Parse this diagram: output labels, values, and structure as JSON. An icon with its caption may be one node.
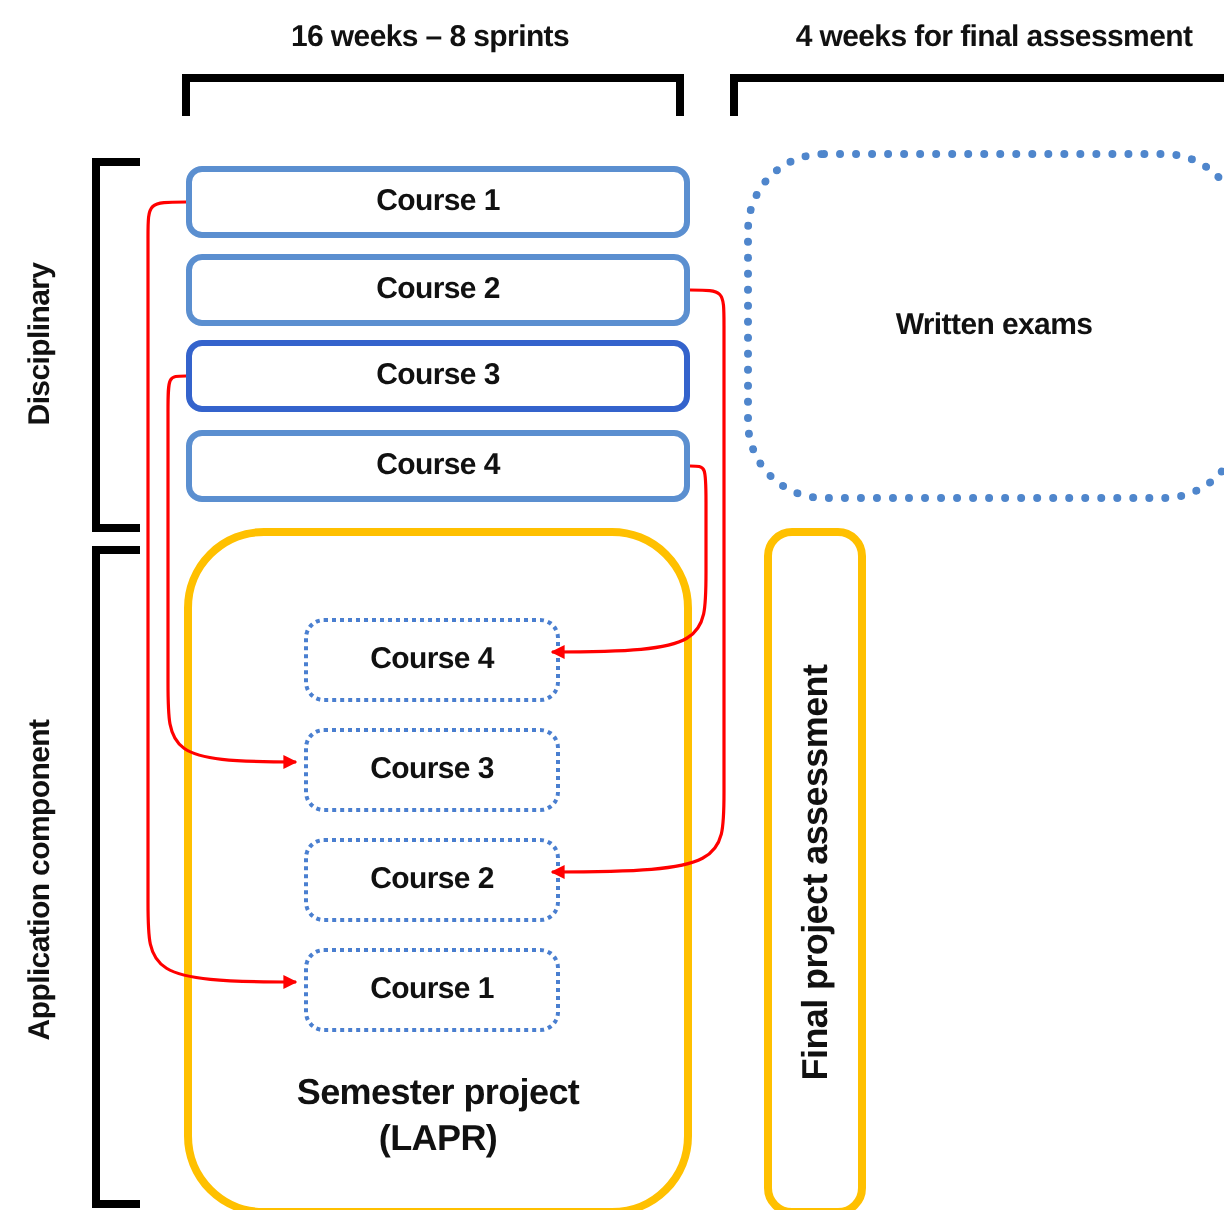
{
  "diagram": {
    "nodes": [
      {
        "text": [
          "Course 1"
        ]
      },
      {
        "text": [
          "Course 2"
        ]
      },
      {
        "text": [
          "Course 3"
        ]
      },
      {
        "text": [
          "Course 4"
        ]
      },
      {
        "text": [
          "Written exams"
        ]
      },
      {
        "text": [
          "Semester project (LAPR)"
        ]
      },
      {
        "text": [
          "Course 4"
        ],
        "in": 5
      },
      {
        "text": [
          "Course 3"
        ],
        "in": 5
      },
      {
        "text": [
          "Course 2"
        ],
        "in": 5
      },
      {
        "text": [
          "Course 1"
        ],
        "in": 5
      },
      {
        "text": [
          "Final project assessment"
        ]
      }
    ],
    "edges": [
      {
        "from": 0,
        "to": 9,
        "arrow": "to"
      },
      {
        "from": 1,
        "to": 8,
        "arrow": "to"
      },
      {
        "from": 2,
        "to": 7,
        "arrow": "to"
      },
      {
        "from": 3,
        "to": 6,
        "arrow": "to"
      }
    ],
    "labels": [
      "16 weeks – 8 sprints",
      "4 weeks for final assessment",
      "Disciplinary",
      "Application component"
    ]
  }
}
